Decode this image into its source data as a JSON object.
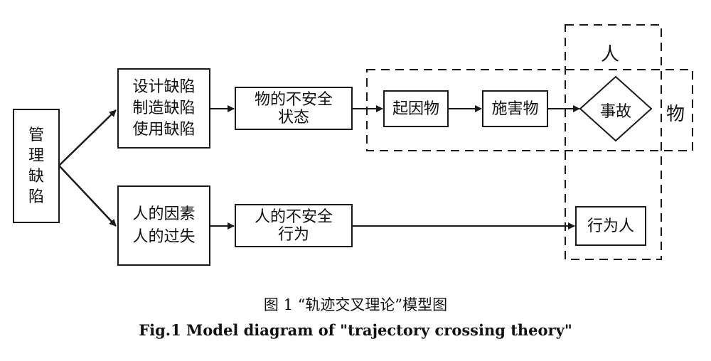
{
  "diagram": {
    "nodes": {
      "management_defect": "管\n理\n缺\n陷",
      "design_defects": "设计缺陷\n制造缺陷\n使用缺陷",
      "human_factors": "人的因素\n人的过失",
      "unsafe_state": "物的不安全\n状态",
      "unsafe_behavior": "人的不安全\n行为",
      "causative_object": "起因物",
      "harmful_object": "施害物",
      "accident": "事故",
      "actor": "行为人"
    },
    "region_labels": {
      "person": "人",
      "object": "物"
    }
  },
  "caption": {
    "chinese": "图 1 “轨迹交叉理论”模型图",
    "english": "Fig.1  Model diagram of \"trajectory crossing theory\""
  },
  "colors": {
    "stroke": "#1a1a1a",
    "background": "#ffffff"
  }
}
